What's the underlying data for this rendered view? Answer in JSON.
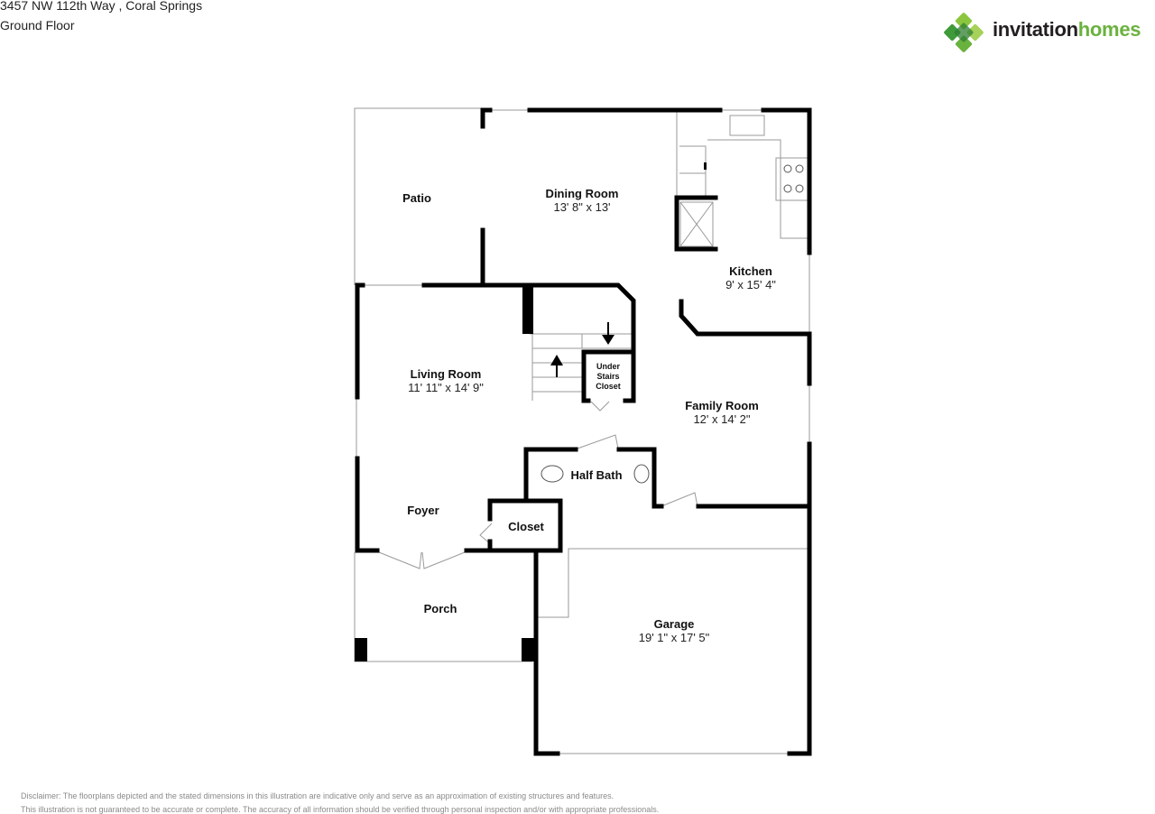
{
  "header": {
    "address": "3457 NW 112th Way , Coral Springs",
    "floor": "Ground Floor"
  },
  "logo": {
    "part1": "invitation",
    "part2": "homes",
    "brand_green": "#6ab23e",
    "brand_dark": "#231f20"
  },
  "rooms": {
    "patio": {
      "name": "Patio"
    },
    "dining": {
      "name": "Dining Room",
      "dims": "13' 8\" x 13'"
    },
    "kitchen": {
      "name": "Kitchen",
      "dims": "9' x 15' 4\""
    },
    "living": {
      "name": "Living Room",
      "dims": "11' 11\" x 14' 9\""
    },
    "under_stairs": {
      "name": "Under Stairs Closet",
      "line1": "Under",
      "line2": "Stairs",
      "line3": "Closet"
    },
    "family": {
      "name": "Family Room",
      "dims": "12' x 14' 2\""
    },
    "half_bath": {
      "name": "Half Bath"
    },
    "foyer": {
      "name": "Foyer"
    },
    "closet": {
      "name": "Closet"
    },
    "porch": {
      "name": "Porch"
    },
    "garage": {
      "name": "Garage",
      "dims": "19' 1\" x 17' 5\""
    }
  },
  "disclaimer": {
    "line1": "Disclaimer: The floorplans depicted and the stated dimensions in this illustration are indicative only and serve as an approximation of existing structures and features.",
    "line2": "This illustration is not guaranteed to be accurate or complete. The accuracy of all information should be verified through personal inspection and/or with appropriate professionals."
  }
}
